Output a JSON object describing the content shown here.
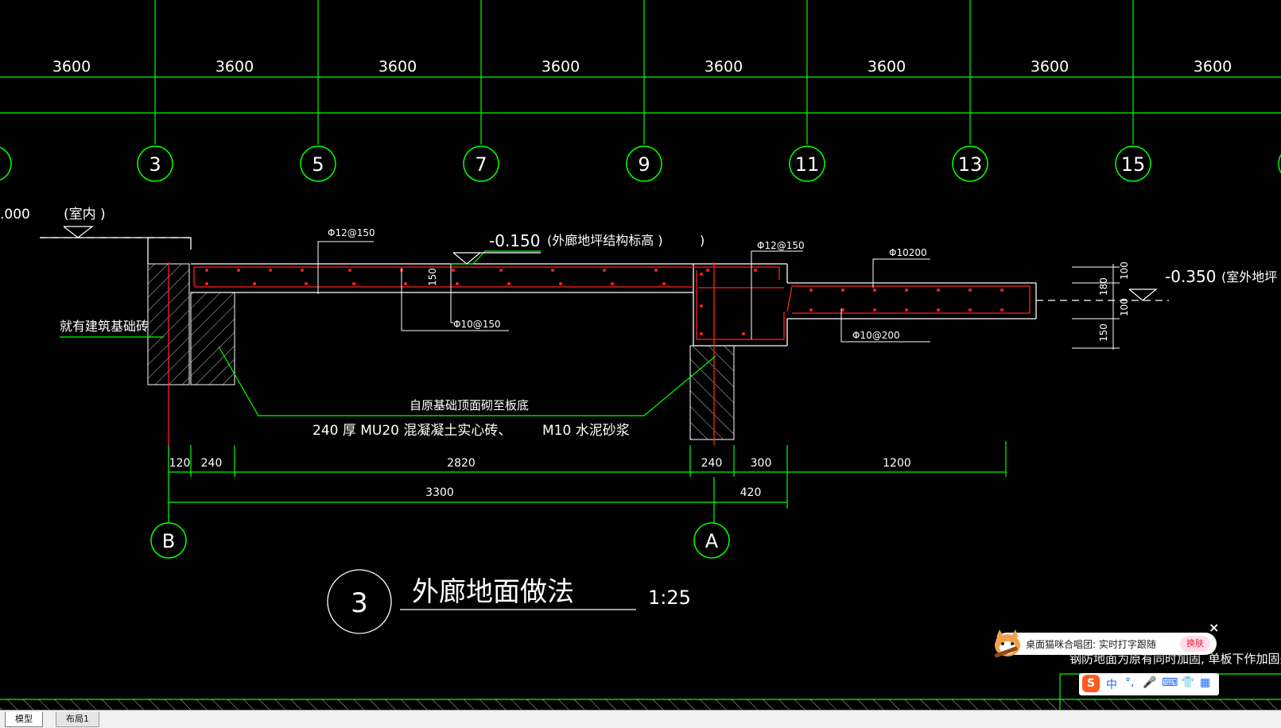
{
  "grid": {
    "spans": [
      "3600",
      "3600",
      "3600",
      "3600",
      "3600",
      "3600",
      "3600",
      "3600"
    ],
    "axes": [
      "3",
      "5",
      "7",
      "9",
      "11",
      "13",
      "15"
    ],
    "row_axes": [
      "B",
      "A"
    ]
  },
  "detail": {
    "elevation_indoor": ".000",
    "indoor_label": "(室内    )",
    "existing_brick": "就有建筑基础砖",
    "rebar_top_left": "Φ12@150",
    "elev_corridor": "-0.150",
    "corridor_label": "(外廊地坪结构标高      )",
    "close_paren": ")",
    "rebar_top_mid": "Φ12@150",
    "rebar_right": "Φ10200",
    "dim_150": "150",
    "rebar_bottom_mid": "Φ10@150",
    "rebar_bottom_right": "Φ10@200",
    "elev_outdoor": "-0.350",
    "outdoor_label": "(室外地坪",
    "note_wall": "自原基础顶面砌至板底",
    "note_brick": "240 厚  MU20  混凝凝土实心砖、",
    "note_mortar": "M10  水泥砂浆",
    "right_dims": [
      "100",
      "180",
      "100",
      "150"
    ],
    "bottom_dims": [
      "120",
      "240",
      "2820",
      "240",
      "300",
      "1200"
    ],
    "overall_dims": [
      "3300",
      "420"
    ],
    "bottom_note": "钢防地面为原有同时加固, 单板下作加固处理"
  },
  "title_block": {
    "number": "3",
    "title": "外廊地面做法",
    "scale": "1:25"
  },
  "tabs": {
    "model": "模型",
    "layout": "布局1"
  },
  "ime": {
    "popup_text": "桌面猫咪合唱团: 实时打字跟随",
    "skin_button": "换肤",
    "close": "×",
    "logo": "S",
    "mode_cn": "中",
    "punct": "°,",
    "mic": "🎤",
    "keyboard": "⌨",
    "shirt": "👕",
    "grid": "▦"
  },
  "colors": {
    "background": "#000000",
    "grid": "#00ff00",
    "rebar": "#ff2020",
    "text": "#ffffff"
  }
}
